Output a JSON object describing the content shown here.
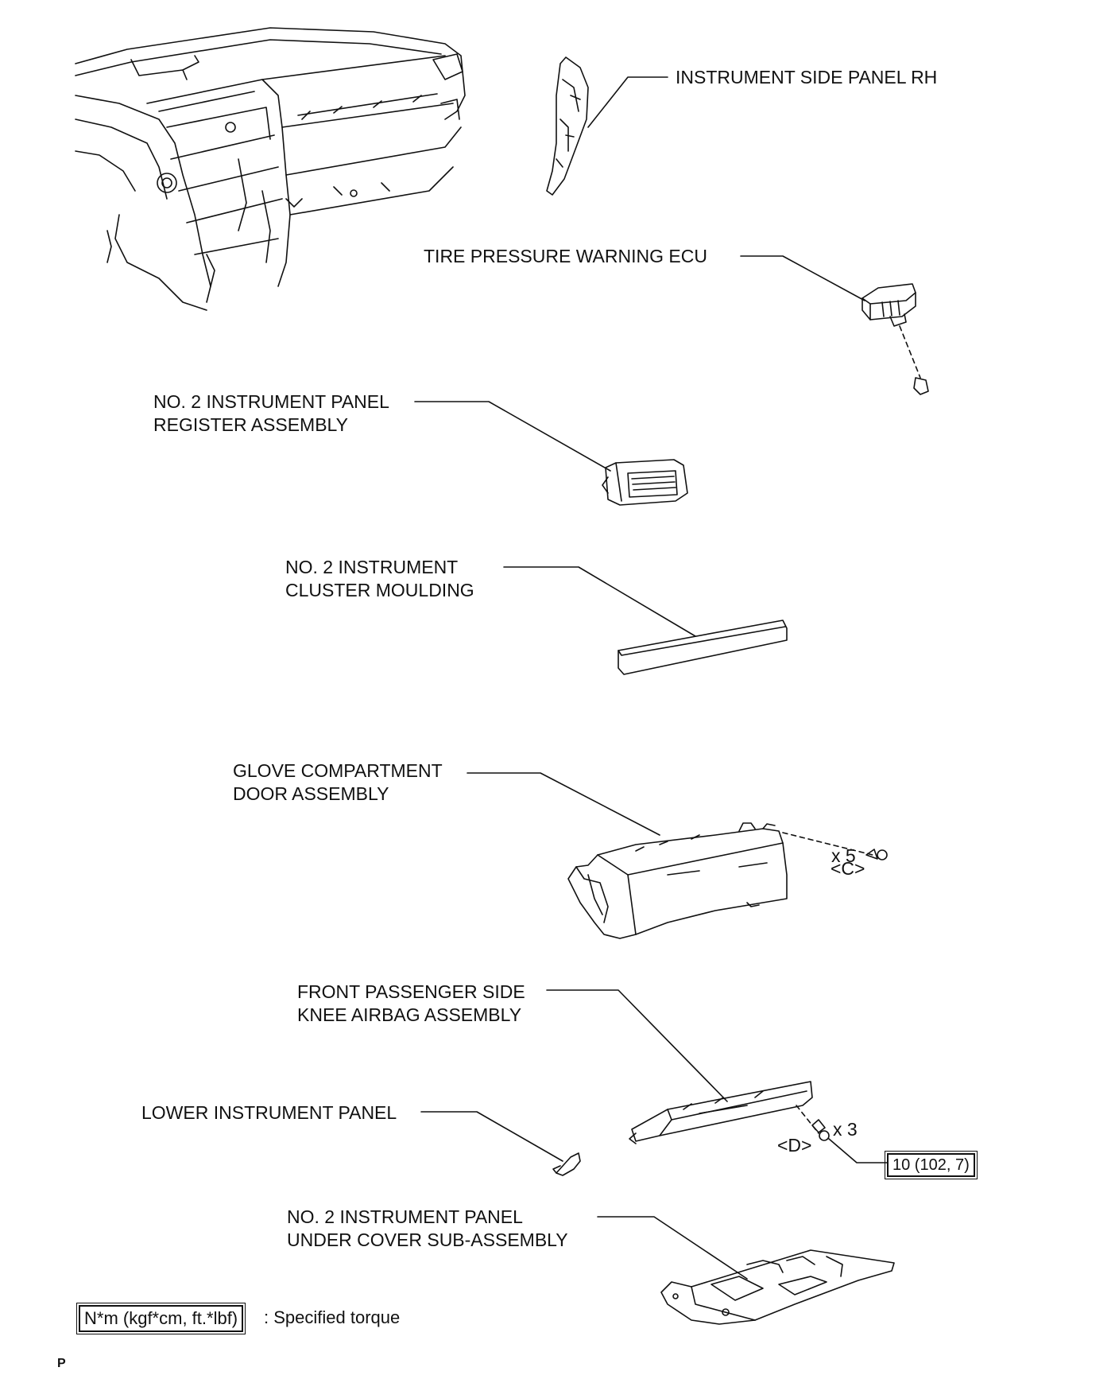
{
  "labels": {
    "side_panel": "INSTRUMENT SIDE PANEL RH",
    "tpms_ecu": "TIRE PRESSURE WARNING ECU",
    "register_l1": "NO. 2 INSTRUMENT PANEL",
    "register_l2": "REGISTER ASSEMBLY",
    "moulding_l1": "NO. 2 INSTRUMENT",
    "moulding_l2": "CLUSTER MOULDING",
    "glove_l1": "GLOVE COMPARTMENT",
    "glove_l2": "DOOR ASSEMBLY",
    "airbag_l1": "FRONT PASSENGER SIDE",
    "airbag_l2": "KNEE AIRBAG ASSEMBLY",
    "lower_panel": "LOWER INSTRUMENT PANEL",
    "undercover_l1": "NO. 2 INSTRUMENT PANEL",
    "undercover_l2": "UNDER COVER SUB-ASSEMBLY"
  },
  "fasteners": {
    "c_label": "<C>",
    "c_qty": "x 5",
    "d_label": "<D>",
    "d_qty": "x 3"
  },
  "torque": {
    "value": "10 (102, 7)"
  },
  "legend": {
    "unit": "N*m (kgf*cm, ft.*lbf)",
    "description": ": Specified torque"
  },
  "footer_code": "P"
}
